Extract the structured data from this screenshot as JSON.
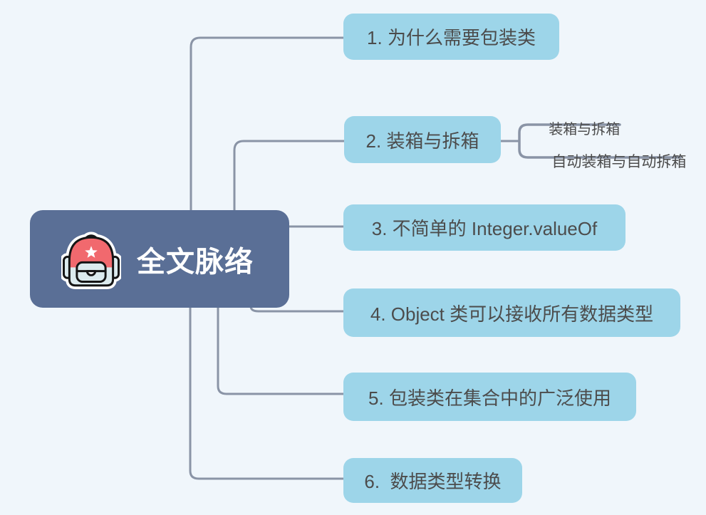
{
  "colors": {
    "bg": "#f0f6fb",
    "root_fill": "#5a6f96",
    "root_text": "#ffffff",
    "branch_fill": "#9dd5e9",
    "branch_text": "#4c4c4c",
    "line": "#8a94a6",
    "icon_red": "#f1696e",
    "icon_light": "#dcebee",
    "icon_handle": "#cfe3e8",
    "icon_outline": "#151515",
    "icon_halo": "#ffffff",
    "icon_star": "#ffffff"
  },
  "icons": {
    "root": "backpack-icon"
  },
  "root": {
    "label": "全文脉络"
  },
  "branches": [
    {
      "label": "1. 为什么需要包装类"
    },
    {
      "label": "2. 装箱与拆箱",
      "children": [
        {
          "label": "装箱与拆箱"
        },
        {
          "label": "自动装箱与自动拆箱"
        }
      ]
    },
    {
      "label": "3. 不简单的 Integer.valueOf"
    },
    {
      "label": "4. Object 类可以接收所有数据类型"
    },
    {
      "label": "5. 包装类在集合中的广泛使用"
    },
    {
      "label": "6.  数据类型转换"
    }
  ]
}
